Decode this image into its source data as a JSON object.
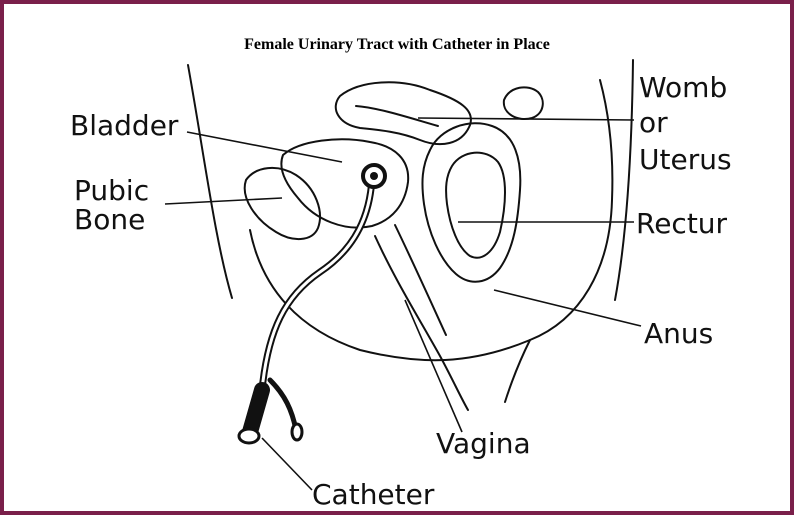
{
  "title": "Female Urinary Tract with Catheter in Place",
  "labels": {
    "bladder": "Bladder",
    "pubic_bone_line1": "Pubic",
    "pubic_bone_line2": "Bone",
    "womb_line1": "Womb",
    "womb_line2": "or",
    "womb_line3": "Uterus",
    "rectum": "Rectur",
    "anus": "Anus",
    "vagina": "Vagina",
    "catheter": "Catheter"
  },
  "colors": {
    "frame": "#7a1f4a",
    "ink": "#111111"
  }
}
